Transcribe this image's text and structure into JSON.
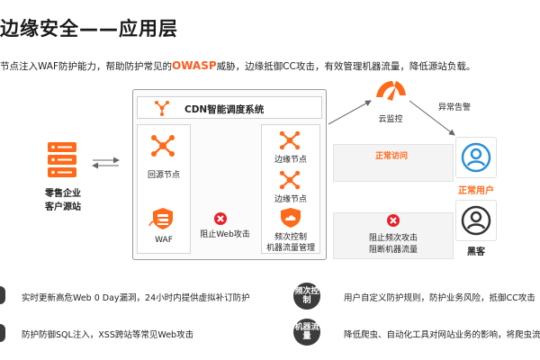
{
  "title": "边缘安全——应用层",
  "subtitle_pre": "节点注入WAF防护能力，帮助防护常见的",
  "subtitle_owasp": "OWASP",
  "subtitle_post": "威胁，边缘抵御CC攻击，有效管理机器流量，降低源站负载。",
  "cdn": {
    "title": "CDN智能调度系统"
  },
  "nodes": {
    "origin": "回源节点",
    "waf": "WAF",
    "edge1": "边缘节点",
    "edge2": "边缘节点",
    "freq_line1": "频次控制",
    "freq_line2": "机器流量管理"
  },
  "origin_site": {
    "line1": "零售企业",
    "line2": "客户源站"
  },
  "block_web": "阻止Web攻击",
  "cloud_monitor": "云监控",
  "alert": "异常告警",
  "normal_access": "正常访问",
  "block_freq_line1": "阻止频次攻击",
  "block_freq_line2": "阻断机器流量",
  "normal_user": "正常用户",
  "hacker": "黑客",
  "bottom": {
    "left1": "实时更新高危Web 0 Day漏洞，24小时内提供虚拟补订防护",
    "left2": "防护防御SQL注入，XSS跨站等常见Web攻击",
    "badge1": "频次控制",
    "badge2": "机器流量",
    "right1": "用户自定义防护规则，防护业务风险，抵御CC攻击",
    "right2": "降低爬虫、自动化工具对网站业务的影响，将爬虫流"
  },
  "colors": {
    "accent": "#ff6a1a",
    "danger": "#e8202a",
    "user_blue": "#2a8fd6",
    "dark": "#333333"
  }
}
